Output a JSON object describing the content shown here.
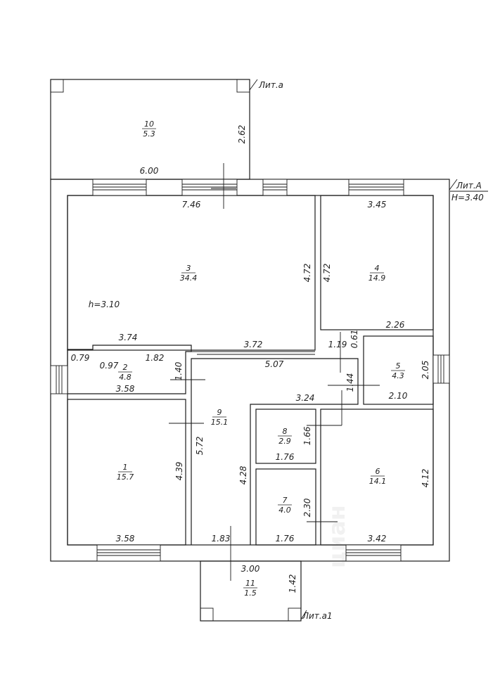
{
  "letters": {
    "lit_a": "Лит.а",
    "lit_A": "Лит.А",
    "H": "Н=3.40",
    "lit_a1": "Лит.а1"
  },
  "rooms": [
    {
      "num": "10",
      "area": "5.3"
    },
    {
      "num": "3",
      "area": "34.4"
    },
    {
      "num": "4",
      "area": "14.9"
    },
    {
      "num": "2",
      "area": "4.8"
    },
    {
      "num": "5",
      "area": "4.3"
    },
    {
      "num": "9",
      "area": "15.1"
    },
    {
      "num": "8",
      "area": "2.9"
    },
    {
      "num": "1",
      "area": "15.7"
    },
    {
      "num": "7",
      "area": "4.0"
    },
    {
      "num": "6",
      "area": "14.1"
    },
    {
      "num": "11",
      "area": "1.5"
    }
  ],
  "ceiling_height": "h=3.10",
  "dims": {
    "d_262": "2.62",
    "d_600": "6.00",
    "d_746": "7.46",
    "d_472a": "4.72",
    "d_472b": "4.72",
    "d_345": "3.45",
    "d_374": "3.74",
    "d_372": "3.72",
    "d_119": "1.19",
    "d_061": "0.61",
    "d_226": "2.26",
    "d_079": "0.79",
    "d_097": "0.97",
    "d_182": "1.82",
    "d_140": "1.40",
    "d_358a": "3.58",
    "d_507": "5.07",
    "d_144": "1.44",
    "d_205": "2.05",
    "d_210": "2.10",
    "d_324": "3.24",
    "d_572": "5.72",
    "d_166": "1.66",
    "d_176a": "1.76",
    "d_439": "4.39",
    "d_428": "4.28",
    "d_412": "4.12",
    "d_230": "2.30",
    "d_358b": "3.58",
    "d_183": "1.83",
    "d_176b": "1.76",
    "d_342": "3.42",
    "d_300": "3.00",
    "d_142": "1.42"
  },
  "watermark": "циан"
}
